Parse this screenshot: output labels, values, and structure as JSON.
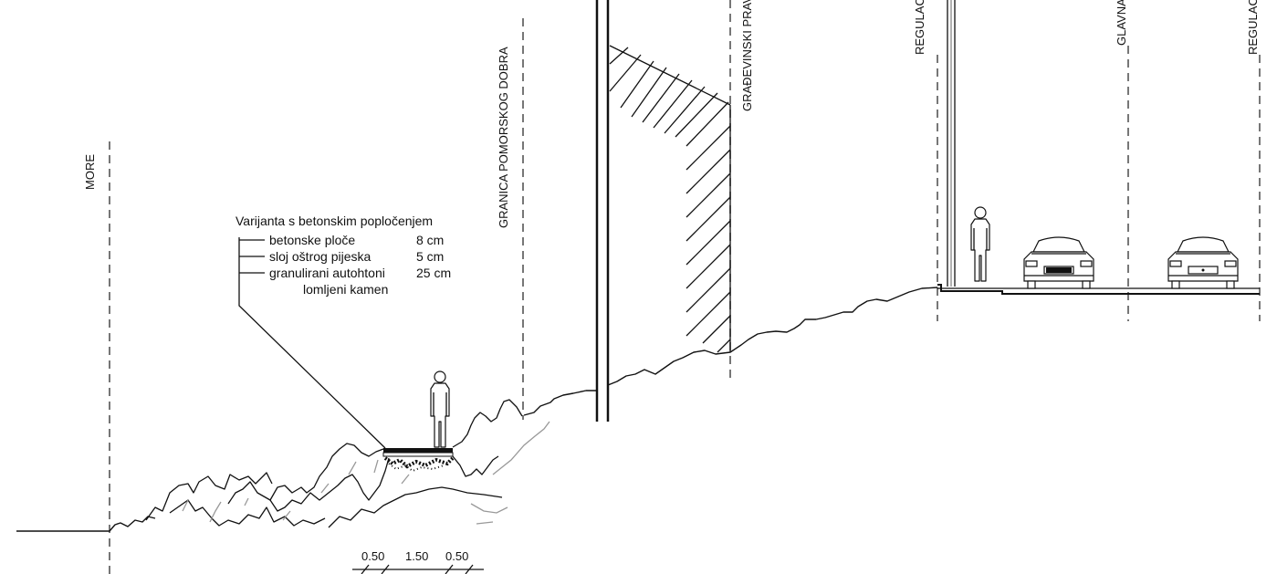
{
  "section_labels": {
    "sea": "MORE",
    "maritime_boundary": "GRANICA POMORSKOG DOBRA",
    "building_line": "GRAĐEVINSKI PRAVAC",
    "regulation_line_left": "REGULACIJSKI PRAVAC",
    "main_axis": "GLAVNA OS",
    "regulation_line_right": "REGULACIJSKI PRAVAC"
  },
  "paving_note": {
    "title": "Varijanta s betonskim popločenjem",
    "layers": [
      {
        "material": "betonske ploče",
        "thickness": "8 cm"
      },
      {
        "material": "sloj oštrog pijeska",
        "thickness": "5 cm"
      },
      {
        "material": "granulirani autohtoni",
        "thickness": "25 cm"
      }
    ],
    "layer_continuation": "lomljeni kamen"
  },
  "dimensions": [
    "0.50",
    "1.50",
    "0.50"
  ],
  "icons": [
    "pedestrian-icon",
    "car-icon"
  ]
}
